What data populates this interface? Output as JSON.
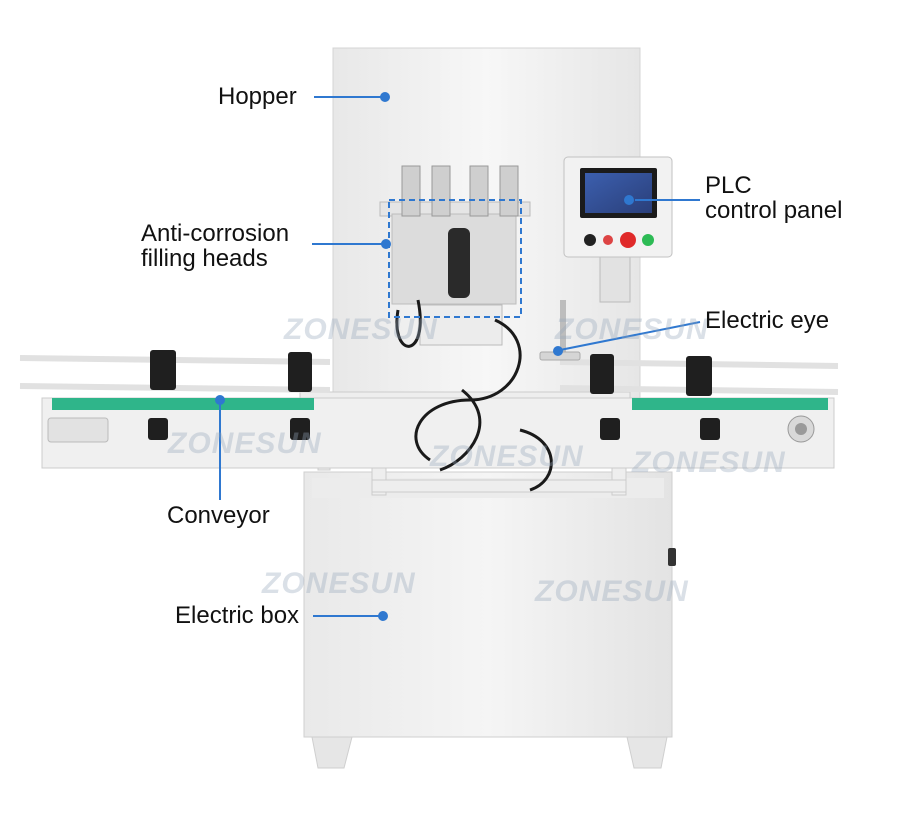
{
  "labels": {
    "hopper": "Hopper",
    "filling_heads_line1": "Anti-corrosion",
    "filling_heads_line2": "filling heads",
    "plc_line1": "PLC",
    "plc_line2": "control panel",
    "electric_eye": "Electric eye",
    "conveyor": "Conveyor",
    "electric_box": "Electric box"
  },
  "watermark": "ZONESUN",
  "colors": {
    "leader_line": "#2f78d0",
    "machine_white": "#f1f1f1",
    "conveyor_belt": "#2fb58a",
    "stop_button": "#e02a2a",
    "start_button": "#2dbb55"
  }
}
